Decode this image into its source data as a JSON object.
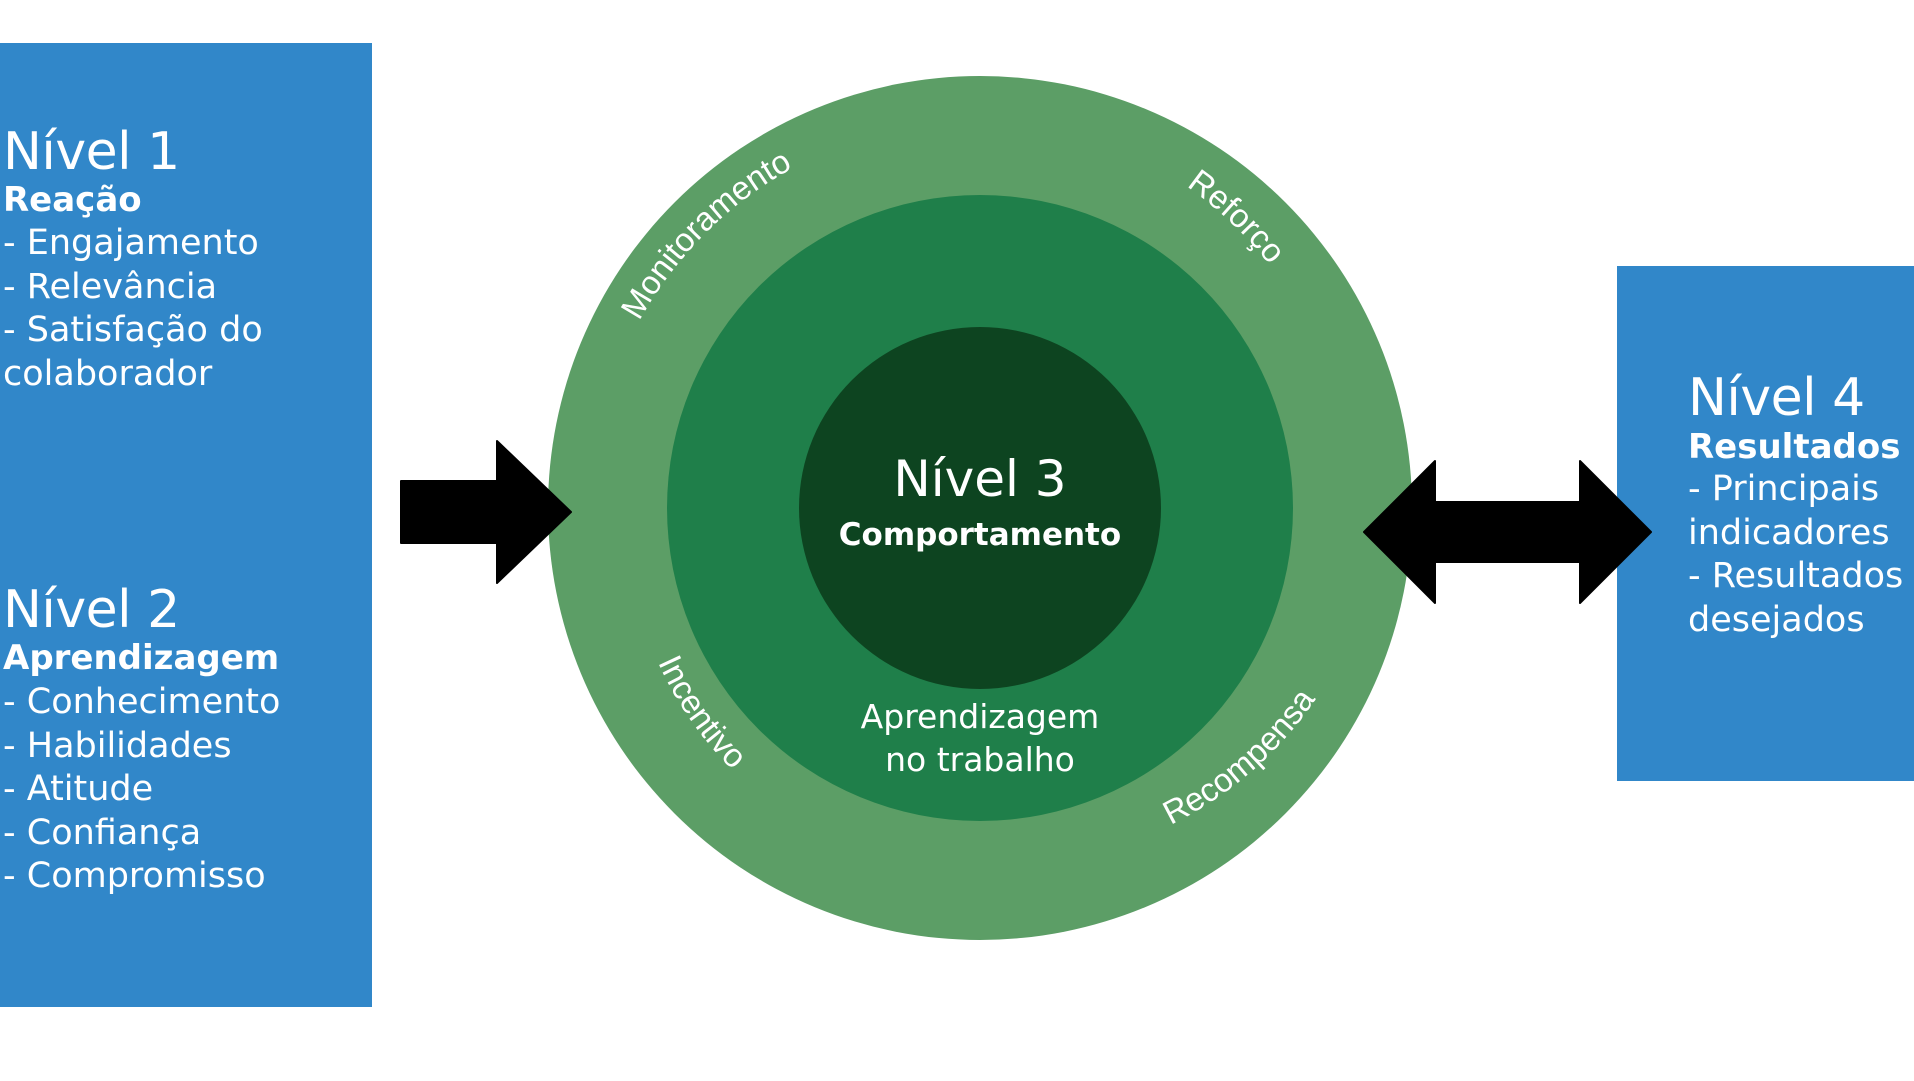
{
  "level1": {
    "title": "Nível 1",
    "subtitle": "Reação",
    "items": [
      "- Engajamento",
      "- Relevância",
      "- Satisfação do",
      "colaborador"
    ]
  },
  "level2": {
    "title": "Nível 2",
    "subtitle": "Aprendizagem",
    "items": [
      "- Conhecimento",
      "- Habilidades",
      "- Atitude",
      "- Confiança",
      "- Compromisso"
    ]
  },
  "level3": {
    "title": "Nível 3",
    "subtitle": "Comportamento",
    "inner_label_line1": "Aprendizagem",
    "inner_label_line2": "no trabalho",
    "ring_labels": {
      "top_left": "Monitoramento",
      "top_right": "Reforço",
      "bottom_left": "Incentivo",
      "bottom_right": "Recompensa"
    }
  },
  "level4": {
    "title": "Nível 4",
    "subtitle": "Resultados",
    "items": [
      "- Principais",
      "indicadores",
      "- Resultados",
      "desejados"
    ]
  },
  "colors": {
    "panel_blue": "#3187c9",
    "ring_outer": "#5c9e66",
    "ring_middle": "#1f7f4a",
    "core": "#0d4420",
    "arrow": "#000000"
  },
  "icons": [
    "right-arrow-icon",
    "double-arrow-icon"
  ]
}
